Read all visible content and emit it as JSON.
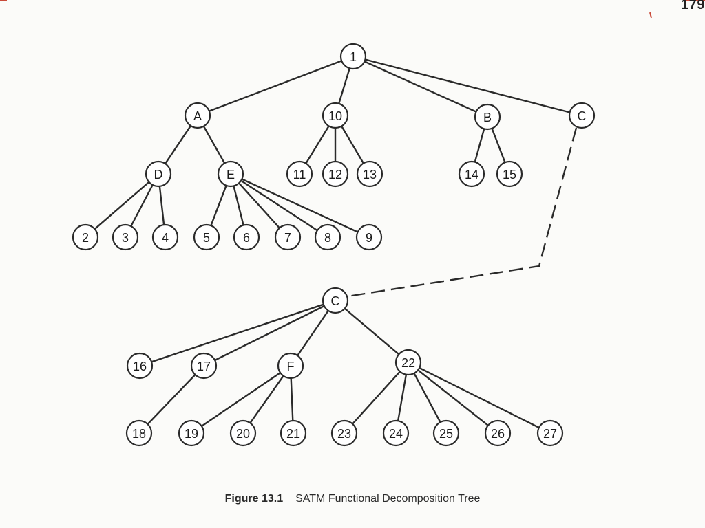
{
  "page_number": "179",
  "caption": {
    "label": "Figure 13.1",
    "text": "SATM Functional Decomposition Tree"
  },
  "nodes": [
    {
      "id": "1",
      "label": "1"
    },
    {
      "id": "A",
      "label": "A"
    },
    {
      "id": "10",
      "label": "10"
    },
    {
      "id": "B",
      "label": "B"
    },
    {
      "id": "C_top",
      "label": "C"
    },
    {
      "id": "D",
      "label": "D"
    },
    {
      "id": "E",
      "label": "E"
    },
    {
      "id": "11",
      "label": "11"
    },
    {
      "id": "12",
      "label": "12"
    },
    {
      "id": "13",
      "label": "13"
    },
    {
      "id": "14",
      "label": "14"
    },
    {
      "id": "15",
      "label": "15"
    },
    {
      "id": "2",
      "label": "2"
    },
    {
      "id": "3",
      "label": "3"
    },
    {
      "id": "4",
      "label": "4"
    },
    {
      "id": "5",
      "label": "5"
    },
    {
      "id": "6",
      "label": "6"
    },
    {
      "id": "7",
      "label": "7"
    },
    {
      "id": "8",
      "label": "8"
    },
    {
      "id": "9",
      "label": "9"
    },
    {
      "id": "C_bottom",
      "label": "C"
    },
    {
      "id": "16",
      "label": "16"
    },
    {
      "id": "17",
      "label": "17"
    },
    {
      "id": "F",
      "label": "F"
    },
    {
      "id": "22",
      "label": "22"
    },
    {
      "id": "18",
      "label": "18"
    },
    {
      "id": "19",
      "label": "19"
    },
    {
      "id": "20",
      "label": "20"
    },
    {
      "id": "21",
      "label": "21"
    },
    {
      "id": "23",
      "label": "23"
    },
    {
      "id": "24",
      "label": "24"
    },
    {
      "id": "25",
      "label": "25"
    },
    {
      "id": "26",
      "label": "26"
    },
    {
      "id": "27",
      "label": "27"
    }
  ],
  "edges": [
    {
      "from": "1",
      "to": "A"
    },
    {
      "from": "1",
      "to": "10"
    },
    {
      "from": "1",
      "to": "B"
    },
    {
      "from": "1",
      "to": "C_top"
    },
    {
      "from": "A",
      "to": "D"
    },
    {
      "from": "A",
      "to": "E"
    },
    {
      "from": "10",
      "to": "11"
    },
    {
      "from": "10",
      "to": "12"
    },
    {
      "from": "10",
      "to": "13"
    },
    {
      "from": "B",
      "to": "14"
    },
    {
      "from": "B",
      "to": "15"
    },
    {
      "from": "D",
      "to": "2"
    },
    {
      "from": "D",
      "to": "3"
    },
    {
      "from": "D",
      "to": "4"
    },
    {
      "from": "E",
      "to": "5"
    },
    {
      "from": "E",
      "to": "6"
    },
    {
      "from": "E",
      "to": "7"
    },
    {
      "from": "E",
      "to": "8"
    },
    {
      "from": "E",
      "to": "9"
    },
    {
      "from": "C_top",
      "to": "C_bottom",
      "style": "dashed"
    },
    {
      "from": "C_bottom",
      "to": "16"
    },
    {
      "from": "C_bottom",
      "to": "17"
    },
    {
      "from": "C_bottom",
      "to": "F"
    },
    {
      "from": "C_bottom",
      "to": "22"
    },
    {
      "from": "17",
      "to": "18"
    },
    {
      "from": "F",
      "to": "19"
    },
    {
      "from": "F",
      "to": "20"
    },
    {
      "from": "F",
      "to": "21"
    },
    {
      "from": "22",
      "to": "23"
    },
    {
      "from": "22",
      "to": "24"
    },
    {
      "from": "22",
      "to": "25"
    },
    {
      "from": "22",
      "to": "26"
    },
    {
      "from": "22",
      "to": "27"
    }
  ]
}
